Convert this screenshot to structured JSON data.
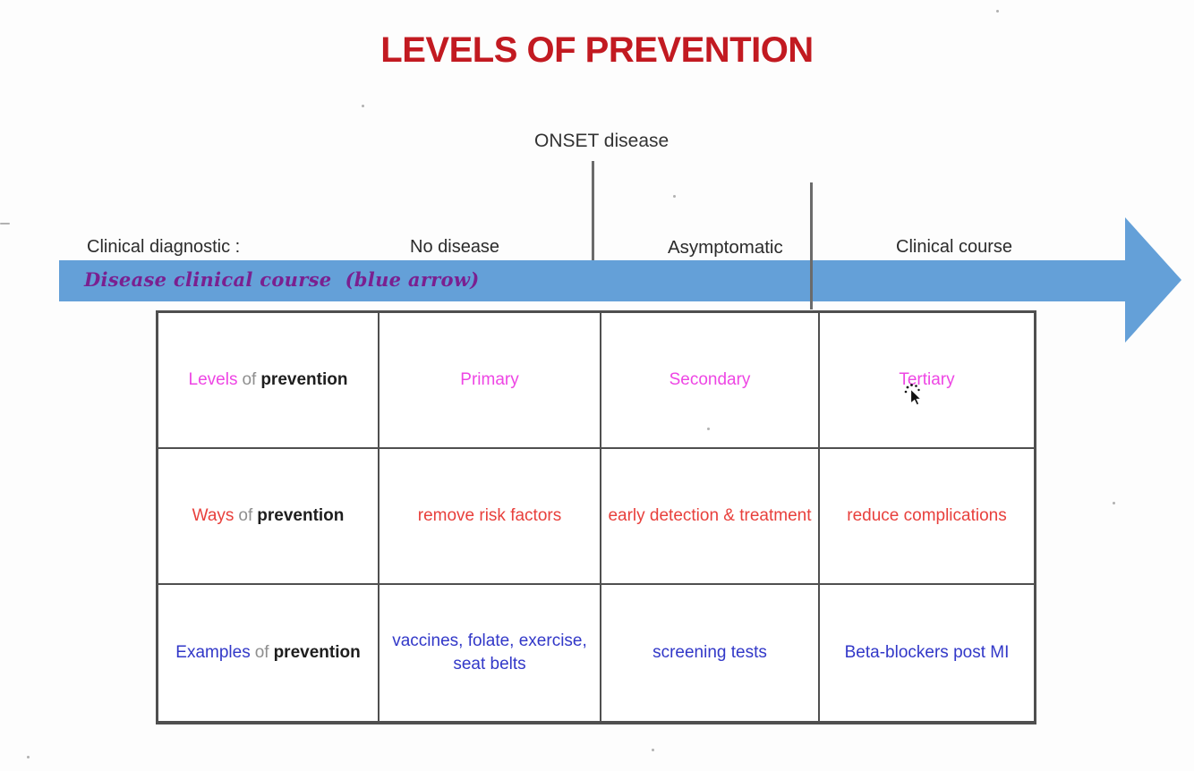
{
  "title": "LEVELS OF PREVENTION",
  "timeline": {
    "onset_label": "ONSET disease",
    "clinical_diagnostic_label": "Clinical diagnostic :",
    "phase_labels": [
      "No disease",
      "Asymptomatic",
      "Clinical course"
    ],
    "arrow_caption": "Disease clinical course  (blue arrow)"
  },
  "table": {
    "rows": [
      {
        "label": {
          "lead": "Levels",
          "mid": "of",
          "tail": "prevention"
        },
        "cells": [
          "Primary",
          "Secondary",
          "Tertiary"
        ]
      },
      {
        "label": {
          "lead": "Ways",
          "mid": "of",
          "tail": "prevention"
        },
        "cells": [
          "remove risk factors",
          "early detection & treatment",
          "reduce complications"
        ]
      },
      {
        "label": {
          "lead": "Examples",
          "mid": "of",
          "tail": "prevention"
        },
        "cells": [
          "vaccines, folate, exercise, seat belts",
          "screening tests",
          "Beta-blockers post MI"
        ]
      }
    ]
  },
  "cursor": {
    "icon": "arrow-pointer-click-sparkle-icon"
  },
  "colors": {
    "title-red": "#C21A21",
    "magenta": "#EE46E4",
    "red": "#E8403C",
    "blue": "#3238C8",
    "purple": "#7A2090",
    "arrow-blue": "#64A0D8",
    "line-gray": "#6B6B6B",
    "border-gray": "#4F4F4F"
  }
}
